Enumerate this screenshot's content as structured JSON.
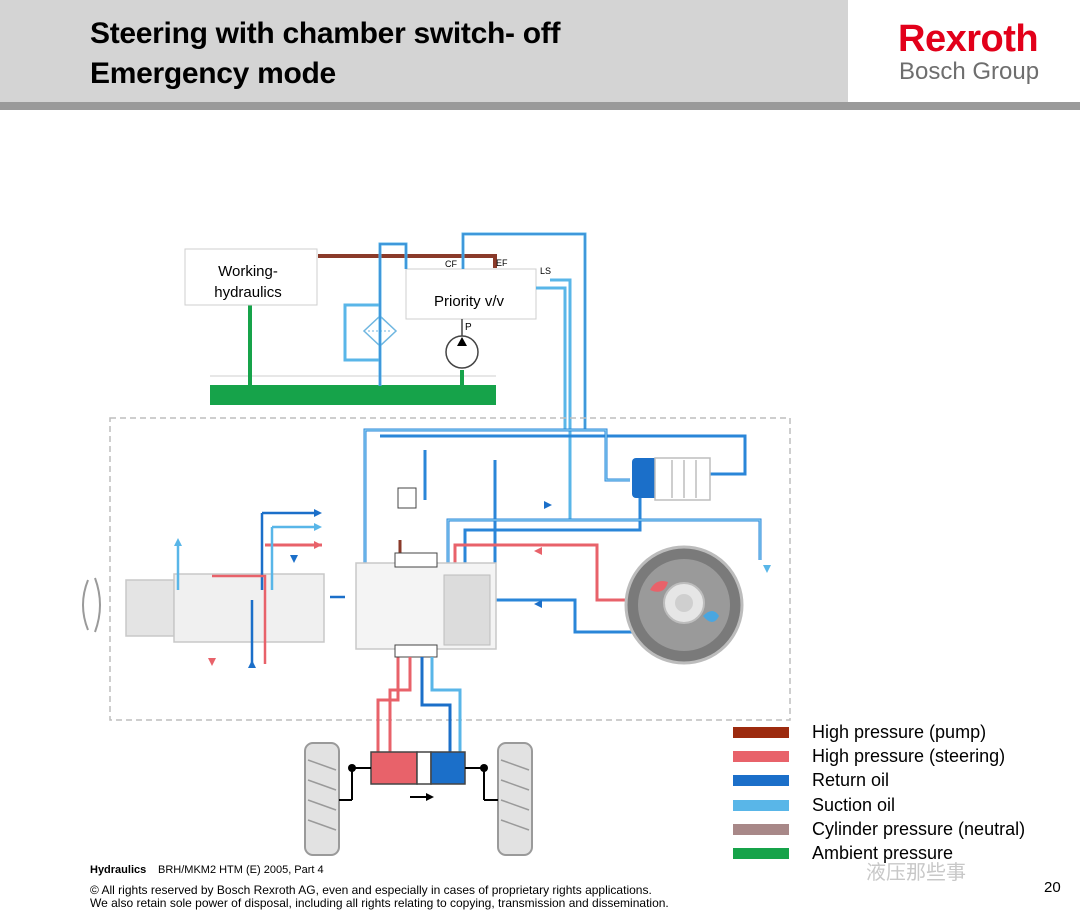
{
  "header": {
    "title_line1": "Steering with chamber switch- off",
    "title_line2": "Emergency mode",
    "logo_main": "Rexroth",
    "logo_sub": "Bosch Group"
  },
  "diagram": {
    "working_label_1": "Working-",
    "working_label_2": "hydraulics",
    "priority_label": "Priority v/v",
    "port_cf": "CF",
    "port_ef": "EF",
    "port_ls": "LS",
    "port_p": "P"
  },
  "legend": [
    {
      "label": "High pressure (pump)",
      "color": "#9c2a0e"
    },
    {
      "label": "High pressure (steering)",
      "color": "#e8626a"
    },
    {
      "label": "Return oil",
      "color": "#1b6fc9"
    },
    {
      "label": "Suction oil",
      "color": "#59b6e8"
    },
    {
      "label": "Cylinder pressure (neutral)",
      "color": "#a88888"
    },
    {
      "label": "Ambient pressure",
      "color": "#16a34a"
    }
  ],
  "footer": {
    "brand": "Hydraulics",
    "reference": "BRH/MKM2  HTM (E) 2005, Part 4",
    "copyright_line1": "© All rights reserved by Bosch Rexroth AG, even and especially in cases of proprietary rights applications.",
    "copyright_line2": "We also retain sole power of disposal, including all rights relating to copying, transmission and dissemination.",
    "page_number": "20",
    "watermark": "液压那些事"
  }
}
